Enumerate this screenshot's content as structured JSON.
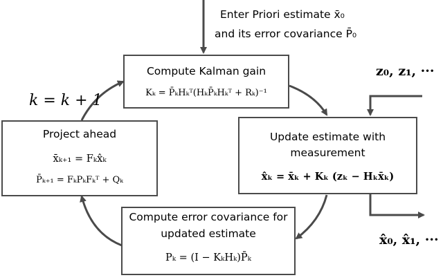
{
  "init": {
    "line1": "Enter Priori estimate x̄₀",
    "line2": "and its error covariance P̄₀"
  },
  "counter": "k = k + 1",
  "measurements": "𝐳₀, 𝐳₁, ···",
  "outputs": "x̂₀, x̂₁, ···",
  "gain_box": {
    "title": "Compute Kalman gain",
    "equation": "Kₖ = P̄ₖHₖᵀ(HₖP̄ₖHₖᵀ + Rₖ)⁻¹"
  },
  "update_box": {
    "title_line1": "Update estimate with",
    "title_line2": "measurement",
    "equation": "x̂ₖ = x̄ₖ + Kₖ (zₖ − Hₖx̄ₖ)"
  },
  "covariance_box": {
    "title_line1": "Compute error covariance for",
    "title_line2": "updated estimate",
    "equation": "Pₖ = (I − KₖHₖ)P̄ₖ"
  },
  "project_box": {
    "title": "Project ahead",
    "equation1": "x̄ₖ₊₁ = Fₖx̂ₖ",
    "equation2": "P̄ₖ₊₁ = FₖPₖFₖᵀ + Qₖ"
  }
}
